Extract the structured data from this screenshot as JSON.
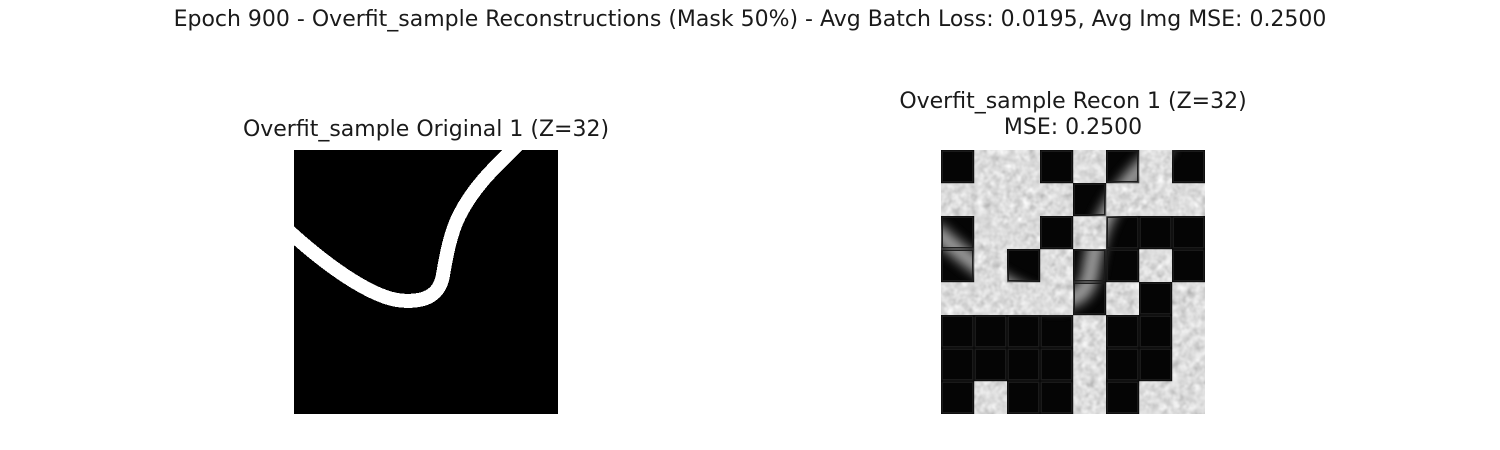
{
  "figure": {
    "suptitle": "Epoch 900 - Overfit_sample Reconstructions (Mask 50%) - Avg Batch Loss: 0.0195, Avg Img MSE: 0.2500"
  },
  "panels": [
    {
      "title_line1": "Overfit_sample Original 1 (Z=32)",
      "title_line2": ""
    },
    {
      "title_line1": "Overfit_sample Recon 1 (Z=32)",
      "title_line2": "MSE: 0.2500"
    }
  ],
  "colors": {
    "background": "#ffffff",
    "text": "#1a1a1a",
    "image_black": "#000000",
    "image_white": "#ffffff",
    "noise_gray": "#a6a6a6"
  }
}
